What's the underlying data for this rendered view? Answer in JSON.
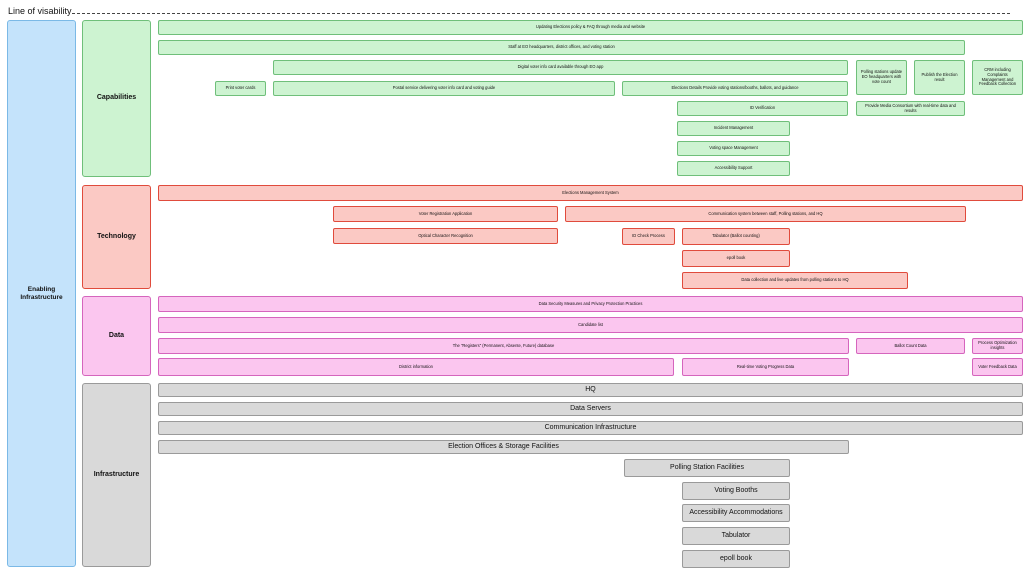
{
  "header": {
    "title": "Line of visability"
  },
  "enabling": {
    "label": "Enabling Infrastructure"
  },
  "sections": {
    "capabilities": "Capabilities",
    "technology": "Technology",
    "data": "Data",
    "infrastructure": "Infrastructure"
  },
  "capabilities": {
    "updating_elections": "Updating Elections policy & FAQ through media and website",
    "staff": "Staff at EO headquarters, district offices, and voting station",
    "digital_voter_card": "Digital voter info card available through EO app",
    "polling_update": "Polling stations update EO headquarters with vote count",
    "publish_result": "Publish the Election result",
    "crm": "CRM including Complaints Management and Feedback Collection",
    "print_cards": "Print voter cards",
    "postal": "Postal service delivering voter info card and voting guide",
    "election_details": "Elections Details Provide voting stations/booths, ballots, and guidance",
    "id_verification": "ID Verification",
    "media_consortium": "Provide Media Consortium with real-time data and results",
    "incident": "Incident Management",
    "voting_space": "Voting space Management",
    "accessibility_support": "Accessibility Support"
  },
  "technology": {
    "ems": "Elections Management System",
    "voter_reg_app": "Voter Registration Application",
    "communication": "Communication system between staff, Polling stations, and HQ",
    "ocr": "Optical Character Recognition",
    "id_check": "ID Check Process",
    "tabulator": "Tabulator (Ballot counting)",
    "epoll": "epoll book",
    "data_collection": "Data collection and live updates from polling stations to HQ"
  },
  "data": {
    "security": "Data Security Measures and Privacy Protection Practices",
    "candidate": "Candidate list",
    "registers": "The \"Registers\" (Permanent, Absente, Future) database",
    "ballot_count": "Ballot Count Data",
    "process_opt": "Process Optimization insights",
    "district": "District information",
    "realtime": "Real-time Voting Progress Data",
    "feedback": "Voter Feedback Data"
  },
  "infrastructure": {
    "hq": "HQ",
    "data_servers": "Data Servers",
    "comm_infra": "Communication Infrastructure",
    "offices": "Election Offices & Storage Facilities",
    "polling": "Polling Station Facilities",
    "booths": "Voting Booths",
    "accessibility": "Accessibility Accommodations",
    "tabulator": "Tabulator",
    "epoll": "epoll book"
  },
  "colors": {
    "enabling": "#c4e3fb",
    "capabilities": "#cdf3d1",
    "technology": "#fbc9c4",
    "data": "#fbc6ef",
    "infrastructure": "#d9d9d9"
  }
}
